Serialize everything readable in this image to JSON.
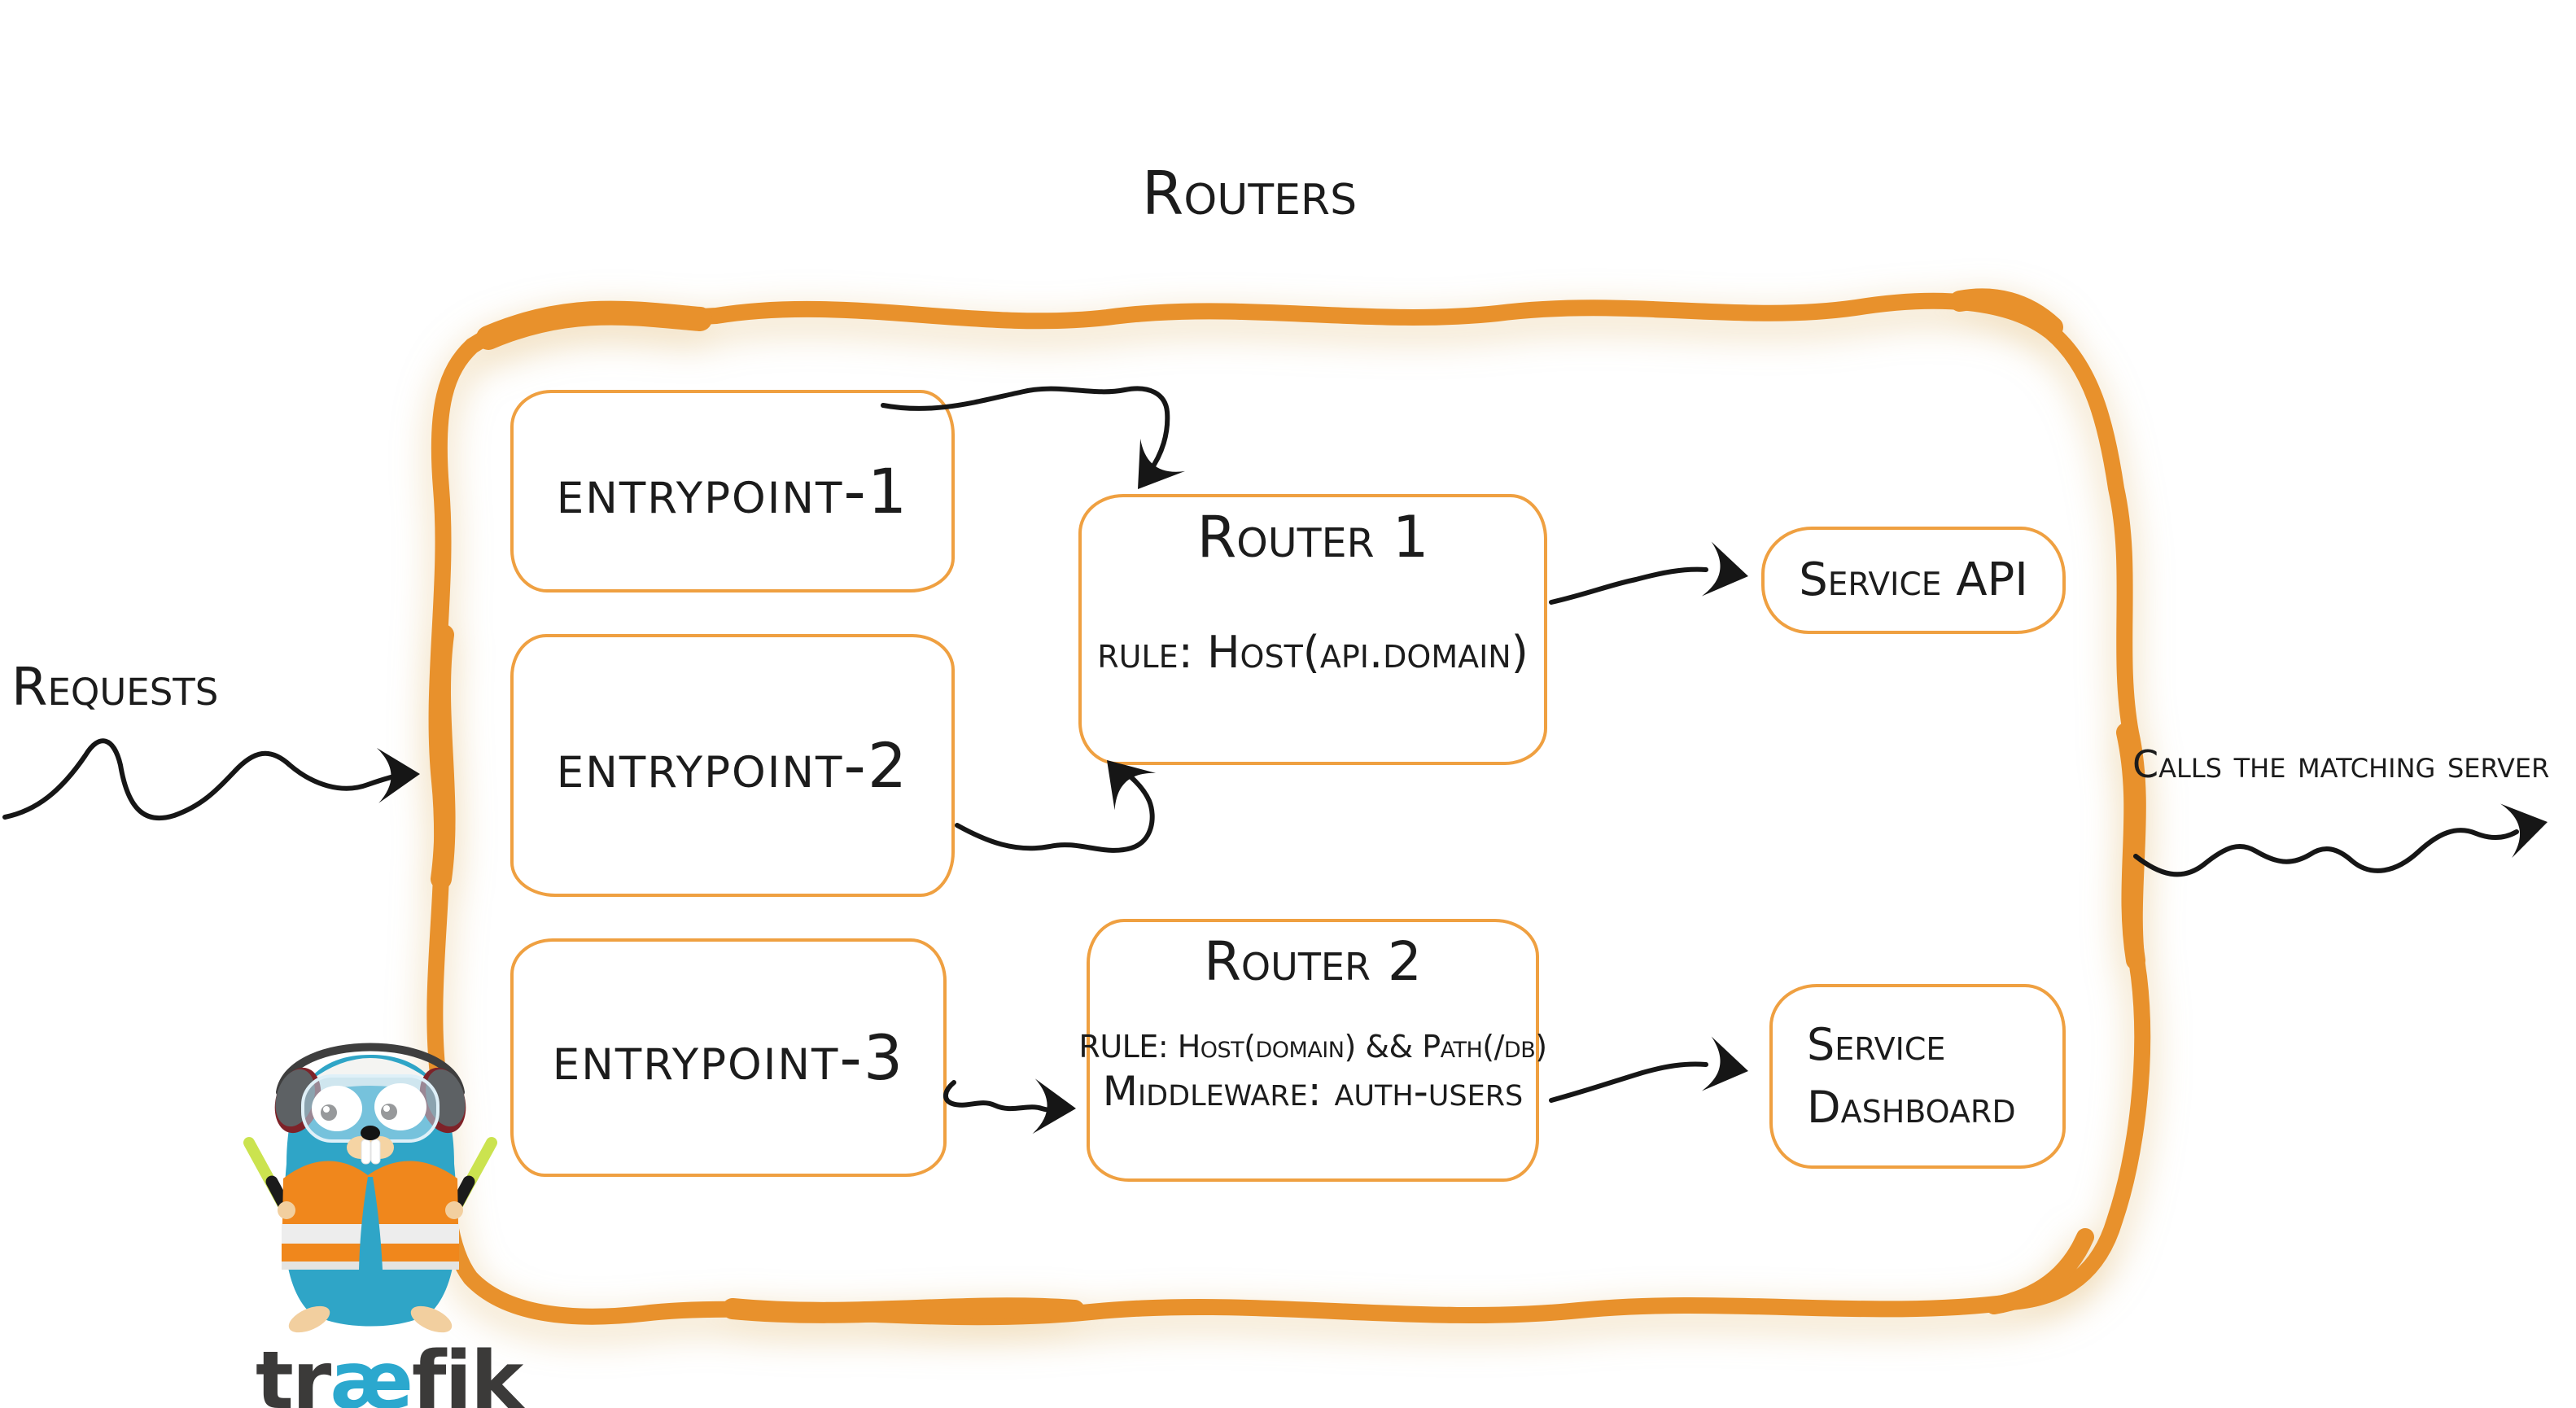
{
  "diagram": {
    "title": "Routers",
    "requests_label": "Requests",
    "calls_label": "Calls the matching server",
    "entrypoints": [
      {
        "label": "entrypoint-1"
      },
      {
        "label": "entrypoint-2"
      },
      {
        "label": "entrypoint-3"
      }
    ],
    "routers": [
      {
        "name": "Router 1",
        "rule": "rule: Host(api.domain)"
      },
      {
        "name": "Router 2",
        "rule": "RULE: Host(domain) && Path(/db)",
        "middleware": "Middleware: auth-users"
      }
    ],
    "services": [
      {
        "line1": "Service API"
      },
      {
        "line1": "Service",
        "line2": "Dashboard"
      }
    ],
    "brand": {
      "part1": "tr",
      "part2": "æ",
      "part3": "fik"
    },
    "icons": {
      "mascot": "traefik-gopher",
      "arrows": "hand-drawn-squiggly-arrow"
    },
    "colors": {
      "container_border": "#e8912c",
      "box_border": "#efa041",
      "container_fill": "#f4f4f4",
      "ink": "#1c1c1c",
      "arrow": "#161616",
      "brand_dark": "#3b3a39",
      "brand_teal": "#2ba8ce",
      "gopher_blue": "#2fa5c7",
      "vest_orange": "#f0871c",
      "stick_green": "#cbe34f",
      "shadow": "#dca64c"
    }
  }
}
